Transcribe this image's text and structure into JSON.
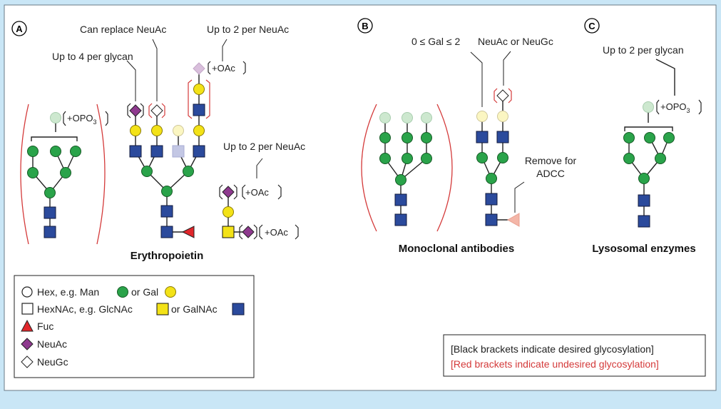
{
  "panels": {
    "a": {
      "letter": "A",
      "title": "Erythropoietin"
    },
    "b": {
      "letter": "B",
      "title": "Monoclonal antibodies"
    },
    "c": {
      "letter": "C",
      "title": "Lysosomal enzymes"
    }
  },
  "annotations": {
    "can_replace_neuac": "Can replace NeuAc",
    "up_to_2_per_neuac_top": "Up to 2 per NeuAc",
    "up_to_4_per_glycan": "Up to 4 per glycan",
    "up_to_2_per_neuac_right": "Up to 2 per NeuAc",
    "gal_range": "0 ≤ Gal ≤ 2",
    "neuac_or_neugc": "NeuAc or NeuGc",
    "remove_for_adcc": "Remove for\nADCC",
    "up_to_2_per_glycan": "Up to 2 per glycan",
    "oac": "+OAc",
    "opo3_base": "+OPO",
    "opo3_sub": "3"
  },
  "legend": {
    "hex": {
      "prefix": "Hex, e.g. Man",
      "middle": "or Gal"
    },
    "hexnac": {
      "prefix": "HexNAc, e.g. GlcNAc",
      "middle": "or GalNAc"
    },
    "fuc": "Fuc",
    "neuac": "NeuAc",
    "neugc": "NeuGc"
  },
  "note": {
    "black": "[Black brackets indicate desired glycosylation]",
    "red": "[Red brackets indicate undesired glycosylation]"
  },
  "colors": {
    "background": "#c9e6f6",
    "panel": "#ffffff",
    "man_green": "#2aa34a",
    "gal_yellow": "#f3e217",
    "hexnac_blue": "#2b4a9c",
    "fuc_red": "#e0262b",
    "neuac_purple": "#8e3a8e",
    "red_bracket": "#d43a3a"
  }
}
